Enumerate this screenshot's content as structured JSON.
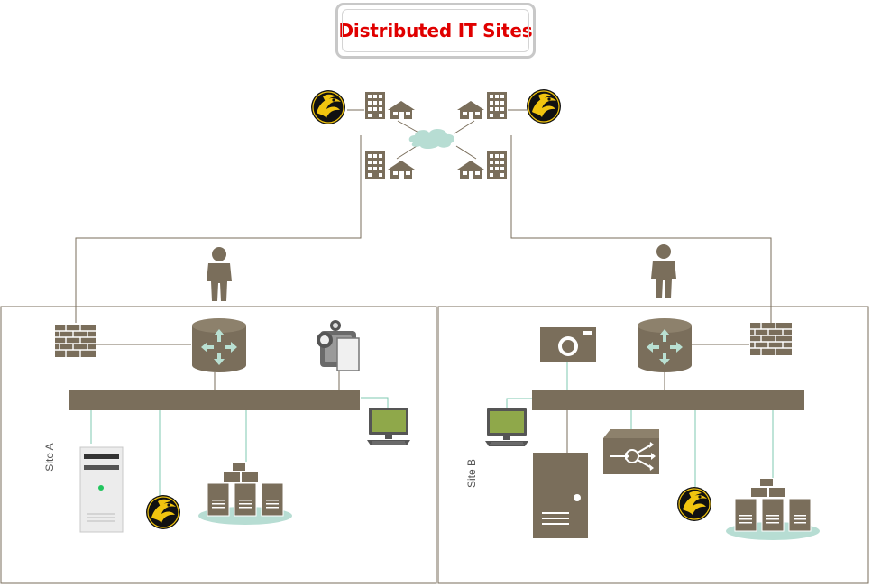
{
  "title": "Distributed IT Sites",
  "sites": [
    {
      "label": "Site A"
    },
    {
      "label": "Site B"
    }
  ],
  "colors": {
    "device": "#7a6e5b",
    "link": "#8aa09a",
    "accent_line": "#7fc8b2",
    "cloud": "#b7ddd3",
    "screen": "#8fa84a",
    "title": "#e00000",
    "emblem_yellow": "#f1c40f"
  },
  "icons": [
    "emblem-icon",
    "office-building-icon",
    "house-icon",
    "cloud-icon",
    "user-icon",
    "firewall-icon",
    "router-icon",
    "video-camera-icon",
    "workstation-icon",
    "server-tower-icon",
    "server-cluster-icon",
    "camera-icon",
    "load-balancer-icon",
    "bus-bar"
  ]
}
